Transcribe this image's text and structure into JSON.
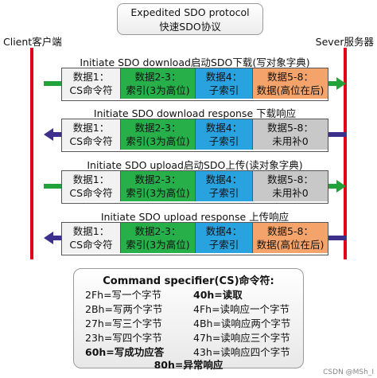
{
  "title": {
    "line1": "Expedited SDO protocol",
    "line2": "快速SDO协议"
  },
  "client_label": "Client客户端",
  "server_label": "Sever服务器",
  "sections": [
    {
      "title": "Initiate SDO download启动SDO下载(写对象字典)",
      "direction": "right",
      "cells": [
        [
          "数据1：",
          "CS命令符"
        ],
        [
          "数据2-3：",
          "索引(3为高位)"
        ],
        [
          "数据4：",
          "子索引"
        ],
        [
          "数据5-8：",
          "数据(高位在后)"
        ]
      ],
      "last_color": "orange"
    },
    {
      "title": "Initiate SDO download response 下载响应",
      "direction": "left",
      "cells": [
        [
          "数据1：",
          "CS命令符"
        ],
        [
          "数据2-3：",
          "索引(3为高位)"
        ],
        [
          "数据4：",
          "子索引"
        ],
        [
          "数据5-8：",
          "未用补0"
        ]
      ],
      "last_color": "gray"
    },
    {
      "title": "Initiate SDO upload启动SDO上传(读对象字典)",
      "direction": "right",
      "cells": [
        [
          "数据1：",
          "CS命令符"
        ],
        [
          "数据2-3：",
          "索引(3为高位)"
        ],
        [
          "数据4：",
          "子索引"
        ],
        [
          "数据5-8：",
          "未用补0"
        ]
      ],
      "last_color": "gray"
    },
    {
      "title": "Initiate SDO upload response 上传响应",
      "direction": "left",
      "cells": [
        [
          "数据1：",
          "CS命令符"
        ],
        [
          "数据2-3：",
          "索引(3为高位)"
        ],
        [
          "数据4：",
          "子索引"
        ],
        [
          "数据5-8：",
          "数据(高位在后)"
        ]
      ],
      "last_color": "orange"
    }
  ],
  "command_specifier": {
    "title": "Command specifier(CS)命令符:",
    "left": [
      "2Fh=写一个字节",
      "2Bh=写两个字节",
      "27h=写三个字节",
      "23h=写四个字节",
      "60h=写成功应答"
    ],
    "right": [
      "40h=读取",
      "4Fh=读响应一个字节",
      "4Bh=读响应两个字节",
      "47h=读响应三个字节",
      "43h=读响应四个字节"
    ],
    "bottom": "80h=异常响应"
  },
  "watermark": "CSDN @MSh_I"
}
